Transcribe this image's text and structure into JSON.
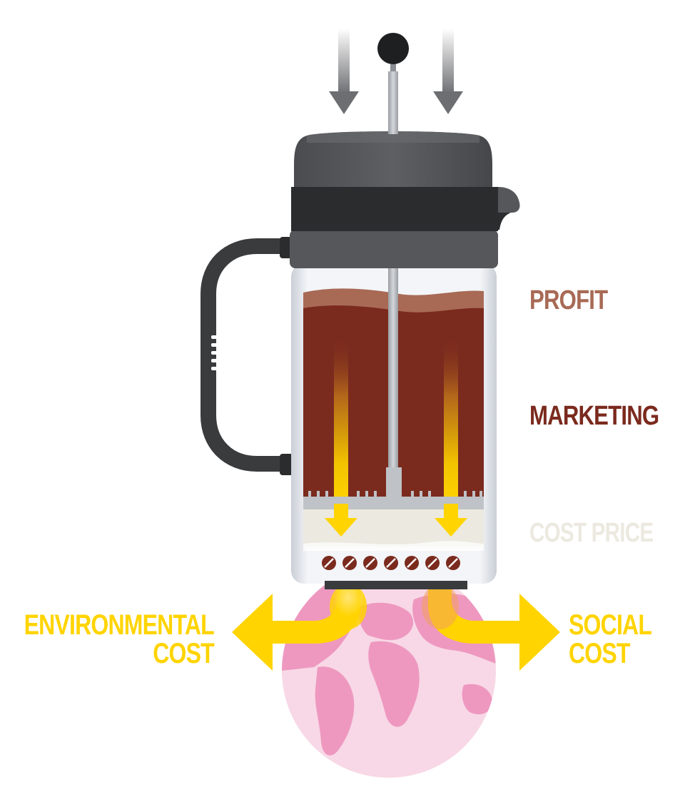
{
  "labels": {
    "profit": "PROFIT",
    "marketing": "MARKETING",
    "cost_price": "COST PRICE",
    "environmental_line1": "ENVIRONMENTAL",
    "environmental_line2": "COST",
    "social_line1": "SOCIAL",
    "social_line2": "COST"
  },
  "colors": {
    "profit": "#a86a55",
    "marketing": "#7b2a1e",
    "cost_price": "#ece9e0",
    "outflow": "#ffd400",
    "press_body": "#55575a",
    "press_dark": "#2b2c2e",
    "globe_ocean": "#f8d8e6",
    "globe_land": "#ee98c0"
  },
  "icons": {
    "top_arrows": "down-arrow-icon",
    "coffee_beans": "coffee-bean-icon",
    "globe": "globe-icon"
  }
}
